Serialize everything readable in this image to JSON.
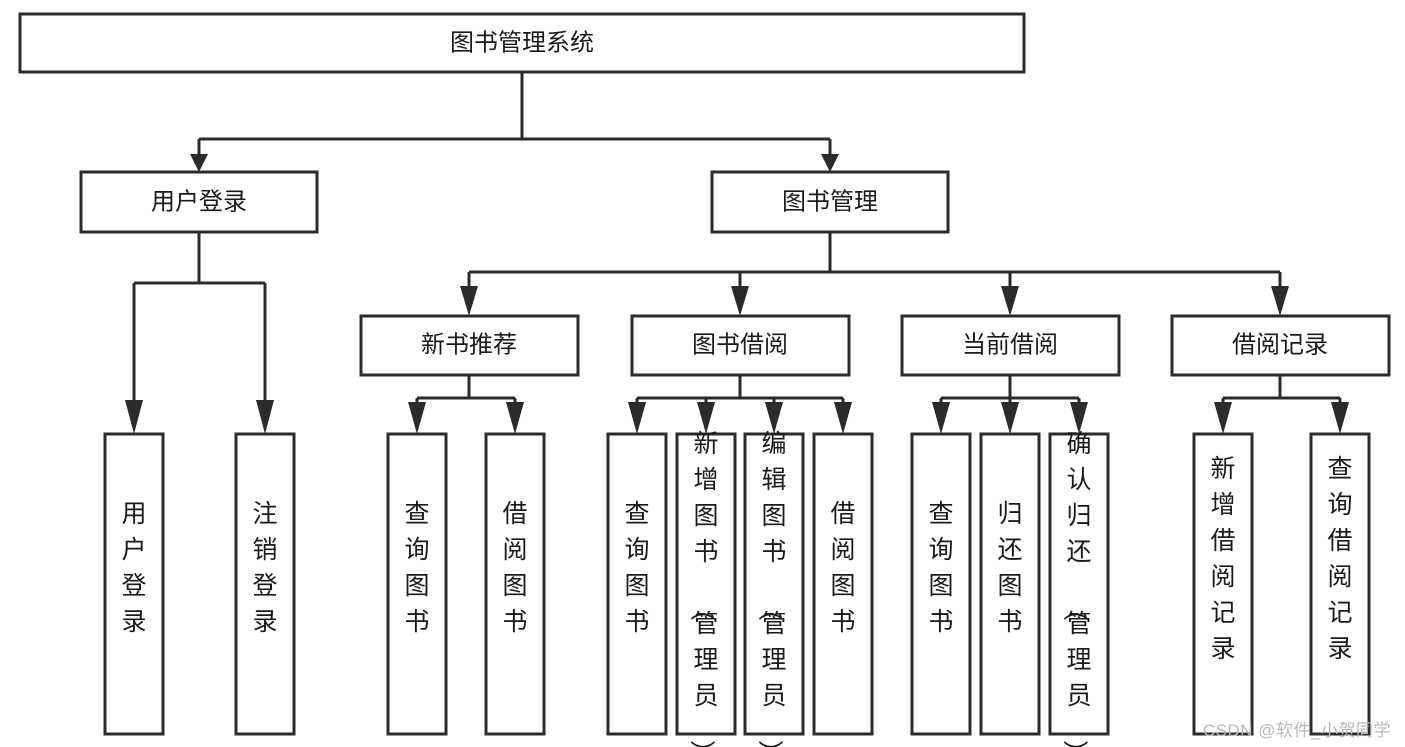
{
  "diagram": {
    "type": "tree-hierarchy",
    "title": "图书管理系统",
    "watermark": "CSDN @软件_小贺同学",
    "root": {
      "id": "root",
      "label": "图书管理系统"
    },
    "level2": [
      {
        "id": "user-login",
        "label": "用户登录"
      },
      {
        "id": "book-management",
        "label": "图书管理"
      }
    ],
    "level3": [
      {
        "id": "new-book-recommend",
        "label": "新书推荐",
        "parent": "book-management"
      },
      {
        "id": "book-borrow",
        "label": "图书借阅",
        "parent": "book-management"
      },
      {
        "id": "current-borrow",
        "label": "当前借阅",
        "parent": "book-management"
      },
      {
        "id": "borrow-record",
        "label": "借阅记录",
        "parent": "book-management"
      }
    ],
    "leaves": [
      {
        "id": "leaf-user-login",
        "label": "用户登录",
        "parent": "user-login"
      },
      {
        "id": "leaf-logout-login",
        "label": "注销登录",
        "parent": "user-login"
      },
      {
        "id": "leaf-query-book-1",
        "label": "查询图书",
        "parent": "new-book-recommend"
      },
      {
        "id": "leaf-borrow-book-1",
        "label": "借阅图书",
        "parent": "new-book-recommend"
      },
      {
        "id": "leaf-query-book-2",
        "label": "查询图书",
        "parent": "book-borrow"
      },
      {
        "id": "leaf-add-book",
        "label": "新增图书（管理员）",
        "parent": "book-borrow"
      },
      {
        "id": "leaf-edit-book",
        "label": "编辑图书（管理员）",
        "parent": "book-borrow"
      },
      {
        "id": "leaf-borrow-book-2",
        "label": "借阅图书",
        "parent": "book-borrow"
      },
      {
        "id": "leaf-query-book-3",
        "label": "查询图书",
        "parent": "current-borrow"
      },
      {
        "id": "leaf-return-book",
        "label": "归还图书",
        "parent": "current-borrow"
      },
      {
        "id": "leaf-confirm-return",
        "label": "确认归还（管理员）",
        "parent": "current-borrow"
      },
      {
        "id": "leaf-add-record",
        "label": "新增借阅记录",
        "parent": "borrow-record"
      },
      {
        "id": "leaf-query-record",
        "label": "查询借阅记录",
        "parent": "borrow-record"
      }
    ],
    "colors": {
      "stroke": "#2b2b2b",
      "fill": "#ffffff",
      "text": "#1a1a1a",
      "watermark": "#b9b9b9"
    }
  }
}
